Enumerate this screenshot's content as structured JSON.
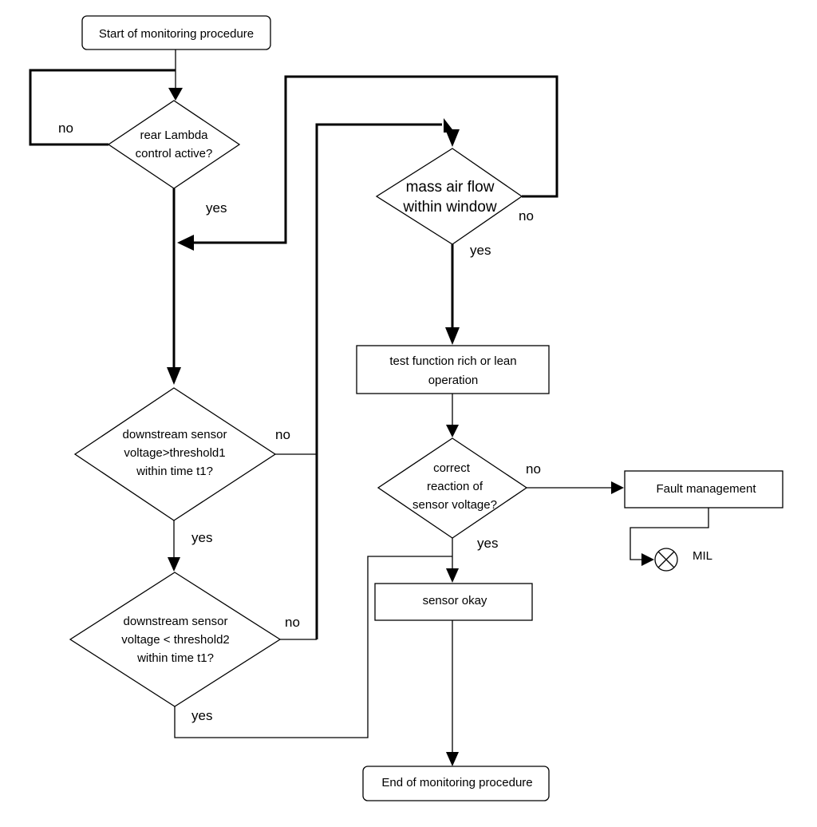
{
  "nodes": {
    "start": "Start of monitoring procedure",
    "rear_lambda": [
      "rear Lambda",
      "control active?"
    ],
    "mass_air_flow": [
      "mass air flow",
      "within window"
    ],
    "test_function": [
      "test function rich or lean",
      "operation"
    ],
    "threshold1": [
      "downstream sensor",
      "voltage>threshold1",
      "within time t1?"
    ],
    "correct_reaction": [
      "correct",
      "reaction of",
      "sensor voltage?"
    ],
    "fault_management": "Fault management",
    "mil": "MIL",
    "threshold2": [
      "downstream sensor",
      "voltage < threshold2",
      "within time t1?"
    ],
    "sensor_okay": "sensor okay",
    "end": "End of monitoring procedure"
  },
  "labels": {
    "rear_lambda_no": "no",
    "rear_lambda_yes": "yes",
    "mass_air_flow_no": "no",
    "mass_air_flow_yes": "yes",
    "threshold1_no": "no",
    "threshold1_yes": "yes",
    "correct_reaction_no": "no",
    "correct_reaction_yes": "yes",
    "threshold2_no": "no",
    "threshold2_yes": "yes"
  },
  "icons": {
    "mil_lamp": "crossed-circle-icon"
  }
}
